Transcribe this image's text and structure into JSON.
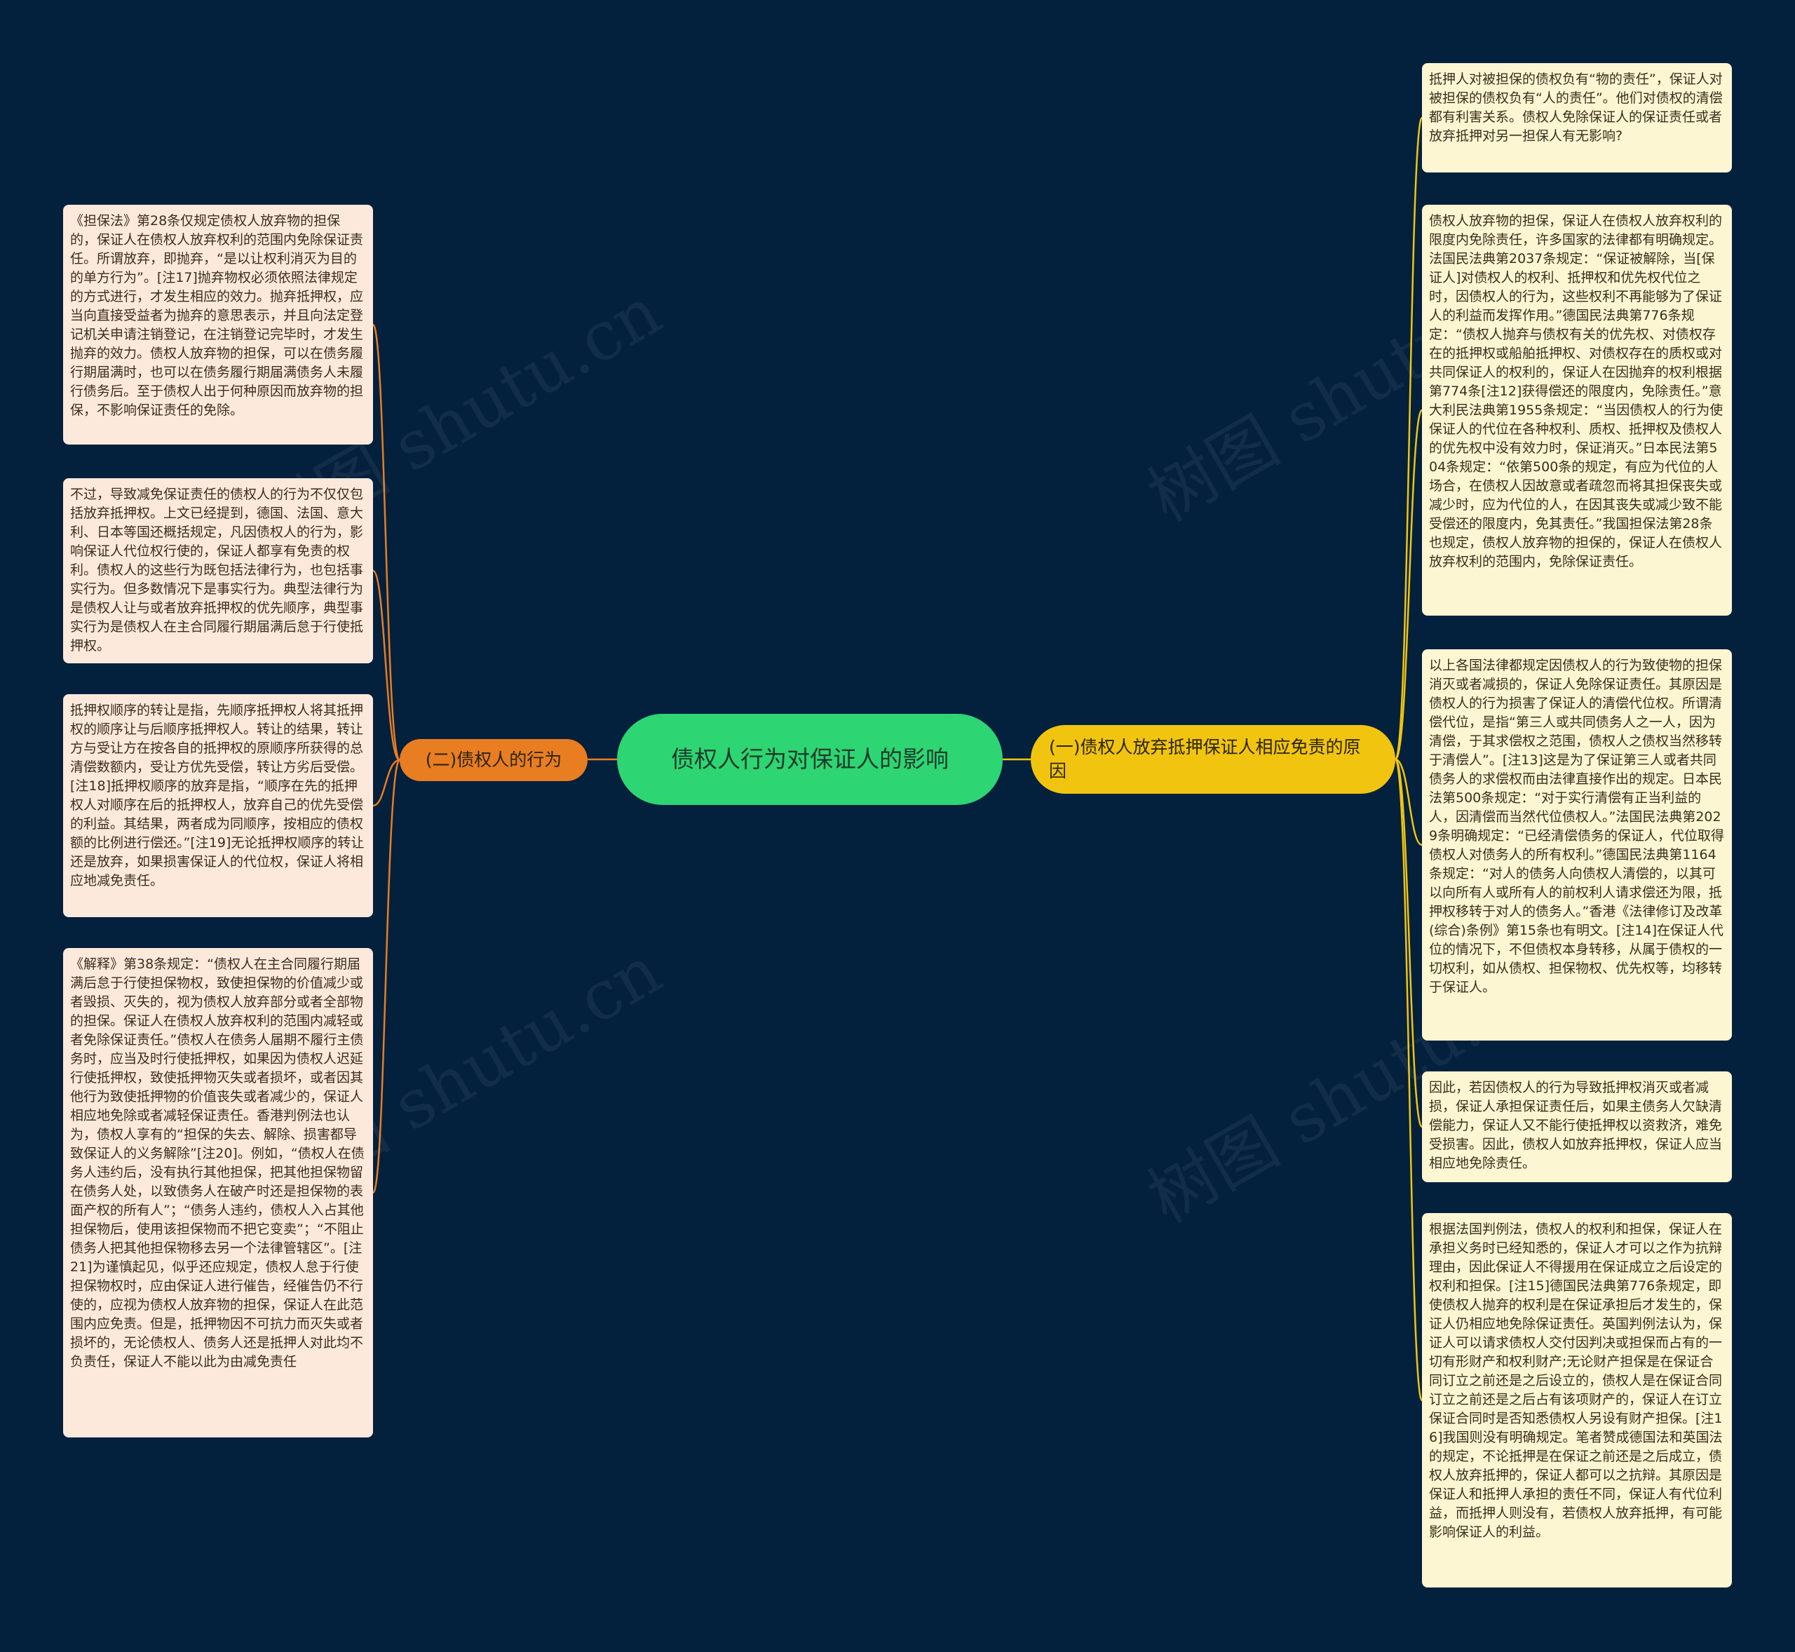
{
  "colors": {
    "background": "#03203d",
    "root": "#2ed573",
    "branch_left": "#e87d22",
    "branch_right": "#f1c40f",
    "leaf_left": "#fde9dc",
    "leaf_right": "#fdf6d2",
    "link_left": "#e87d22",
    "link_right": "#f1c40f"
  },
  "watermark": "树图 shutu.cn",
  "root": {
    "label": "债权人行为对保证人的影响"
  },
  "left_branch": {
    "label": "(二)债权人的行为",
    "leaves": [
      "《担保法》第28条仅规定债权人放弃物的担保的，保证人在债权人放弃权利的范围内免除保证责任。所谓放弃，即抛弃，“是以让权利消灭为目的的单方行为”。[注17]抛弃物权必须依照法律规定的方式进行，才发生相应的效力。抛弃抵押权，应当向直接受益者为抛弃的意思表示，并且向法定登记机关申请注销登记，在注销登记完毕时，才发生抛弃的效力。债权人放弃物的担保，可以在债务履行期届满时，也可以在债务履行期届满债务人未履行债务后。至于债权人出于何种原因而放弃物的担保，不影响保证责任的免除。",
      "不过，导致减免保证责任的债权人的行为不仅仅包括放弃抵押权。上文已经提到，德国、法国、意大利、日本等国还概括规定，凡因债权人的行为，影响保证人代位权行使的，保证人都享有免责的权利。债权人的这些行为既包括法律行为，也包括事实行为。但多数情况下是事实行为。典型法律行为是债权人让与或者放弃抵押权的优先顺序，典型事实行为是债权人在主合同履行期届满后怠于行使抵押权。",
      "抵押权顺序的转让是指，先顺序抵押权人将其抵押权的顺序让与后顺序抵押权人。转让的结果，转让方与受让方在按各自的抵押权的原顺序所获得的总清偿数额内，受让方优先受偿，转让方劣后受偿。[注18]抵押权顺序的放弃是指，“顺序在先的抵押权人对顺序在后的抵押权人，放弃自己的优先受偿的利益。其结果，两者成为同顺序，按相应的债权额的比例进行偿还。”[注19]无论抵押权顺序的转让还是放弃，如果损害保证人的代位权，保证人将相应地减免责任。",
      "《解释》第38条规定：“债权人在主合同履行期届满后怠于行使担保物权，致使担保物的价值减少或者毁损、灭失的，视为债权人放弃部分或者全部物的担保。保证人在债权人放弃权利的范围内减轻或者免除保证责任。”债权人在债务人届期不履行主债务时，应当及时行使抵押权，如果因为债权人迟延行使抵押权，致使抵押物灭失或者损坏，或者因其他行为致使抵押物的价值丧失或者减少的，保证人相应地免除或者减轻保证责任。香港判例法也认为，债权人享有的“担保的失去、解除、损害都导致保证人的义务解除”[注20]。例如，“债权人在债务人违约后，没有执行其他担保，把其他担保物留在债务人处，以致债务人在破产时还是担保物的表面产权的所有人”；“债务人违约，债权人入占其他担保物后，使用该担保物而不把它变卖”；“不阻止债务人把其他担保物移去另一个法律管辖区”。[注21]为谨慎起见，似乎还应规定，债权人怠于行使担保物权时，应由保证人进行催告，经催告仍不行使的，应视为债权人放弃物的担保，保证人在此范围内应免责。但是，抵押物因不可抗力而灭失或者损坏的，无论债权人、债务人还是抵押人对此均不负责任，保证人不能以此为由减免责任"
    ]
  },
  "right_branch": {
    "label": "(一)债权人放弃抵押保证人相应免责的原因",
    "leaves": [
      "抵押人对被担保的债权负有“物的责任”，保证人对被担保的债权负有“人的责任”。他们对债权的清偿都有利害关系。债权人免除保证人的保证责任或者放弃抵押对另一担保人有无影响?",
      "债权人放弃物的担保，保证人在债权人放弃权利的限度内免除责任，许多国家的法律都有明确规定。法国民法典第2037条规定：“保证被解除，当[保证人]对债权人的权利、抵押权和优先权代位之时，因债权人的行为，这些权利不再能够为了保证人的利益而发挥作用。”德国民法典第776条规定：“债权人抛弃与债权有关的优先权、对债权存在的抵押权或船舶抵押权、对债权存在的质权或对共同保证人的权利的，保证人在因抛弃的权利根据第774条[注12]获得偿还的限度内，免除责任。”意大利民法典第1955条规定：“当因债权人的行为使保证人的代位在各种权利、质权、抵押权及债权人的优先权中没有效力时，保证消灭。”日本民法第504条规定：“依第500条的规定，有应为代位的人场合，在债权人因故意或者疏忽而将其担保丧失或减少时，应为代位的人，在因其丧失或减少致不能受偿还的限度内，免其责任。”我国担保法第28条也规定，债权人放弃物的担保的，保证人在债权人放弃权利的范围内，免除保证责任。",
      "以上各国法律都规定因债权人的行为致使物的担保消灭或者减损的，保证人免除保证责任。其原因是债权人的行为损害了保证人的清偿代位权。所谓清偿代位，是指“第三人或共同债务人之一人，因为清偿，于其求偿权之范围，债权人之债权当然移转于清偿人”。[注13]这是为了保证第三人或者共同债务人的求偿权而由法律直接作出的规定。日本民法第500条规定：“对于实行清偿有正当利益的人，因清偿而当然代位债权人。”法国民法典第2029条明确规定：“已经清偿债务的保证人，代位取得债权人对债务人的所有权利。”德国民法典第1164条规定：“对人的债务人向债权人清偿的，以其可以向所有人或所有人的前权利人请求偿还为限，抵押权移转于对人的债务人。”香港《法律修订及改革(综合)条例》第15条也有明文。[注14]在保证人代位的情况下，不但债权本身转移，从属于债权的一切权利，如从债权、担保物权、优先权等，均移转于保证人。",
      "因此，若因债权人的行为导致抵押权消灭或者减损，保证人承担保证责任后，如果主债务人欠缺清偿能力，保证人又不能行使抵押权以资救济，难免受损害。因此，债权人如放弃抵押权，保证人应当相应地免除责任。",
      "根据法国判例法，债权人的权利和担保，保证人在承担义务时已经知悉的，保证人才可以之作为抗辩理由，因此保证人不得援用在保证成立之后设定的权利和担保。[注15]德国民法典第776条规定，即使债权人抛弃的权利是在保证承担后才发生的，保证人仍相应地免除保证责任。英国判例法认为，保证人可以请求债权人交付因判决或担保而占有的一切有形财产和权利财产;无论财产担保是在保证合同订立之前还是之后设立的，债权人是在保证合同订立之前还是之后占有该项财产的，保证人在订立保证合同时是否知悉债权人另设有财产担保。[注16]我国则没有明确规定。笔者赞成德国法和英国法的规定，不论抵押是在保证之前还是之后成立，债权人放弃抵押的，保证人都可以之抗辩。其原因是保证人和抵押人承担的责任不同，保证人有代位利益，而抵押人则没有，若债权人放弃抵押，有可能影响保证人的利益。"
    ]
  }
}
